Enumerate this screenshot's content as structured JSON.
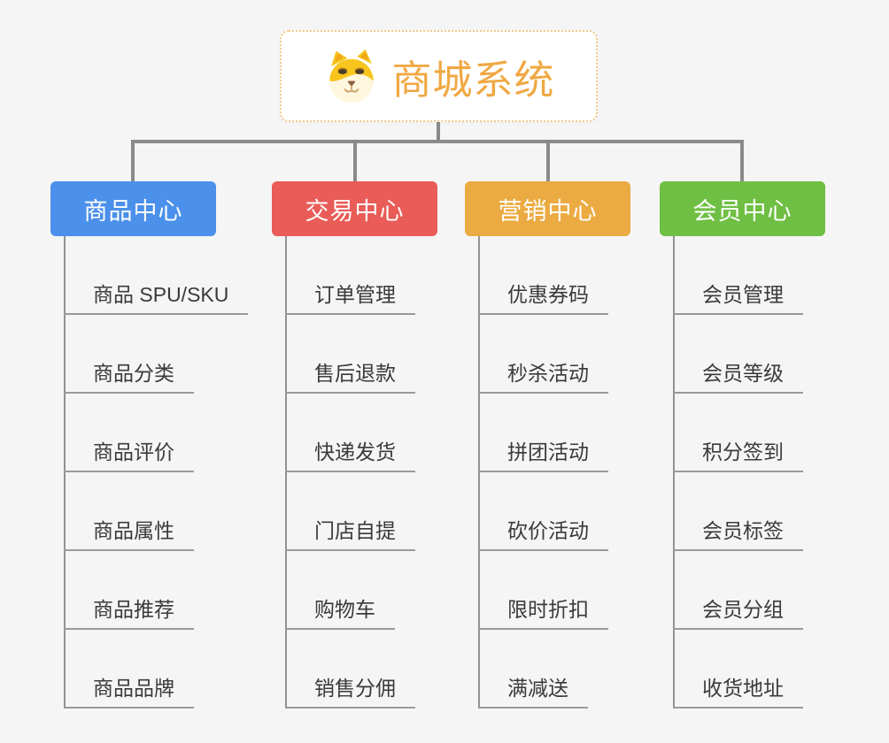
{
  "canvas": {
    "background": "#F5F5F6",
    "connector_color": "#8A8A8A"
  },
  "root": {
    "label": "商城系统",
    "icon": "shiba-dog-icon",
    "text_color": "#F0A843",
    "border_color": "#F3CA8A",
    "background": "#FFFFFF"
  },
  "branches": [
    {
      "label": "商品中心",
      "color": "#4B90EA",
      "items": [
        "商品 SPU/SKU",
        "商品分类",
        "商品评价",
        "商品属性",
        "商品推荐",
        "商品品牌"
      ]
    },
    {
      "label": "交易中心",
      "color": "#E95C57",
      "items": [
        "订单管理",
        "售后退款",
        "快递发货",
        "门店自提",
        "购物车",
        "销售分佣"
      ]
    },
    {
      "label": "营销中心",
      "color": "#EBAB42",
      "items": [
        "优惠券码",
        "秒杀活动",
        "拼团活动",
        "砍价活动",
        "限时折扣",
        "满减送"
      ]
    },
    {
      "label": "会员中心",
      "color": "#6FBF44",
      "items": [
        "会员管理",
        "会员等级",
        "积分签到",
        "会员标签",
        "会员分组",
        "收货地址"
      ]
    }
  ]
}
